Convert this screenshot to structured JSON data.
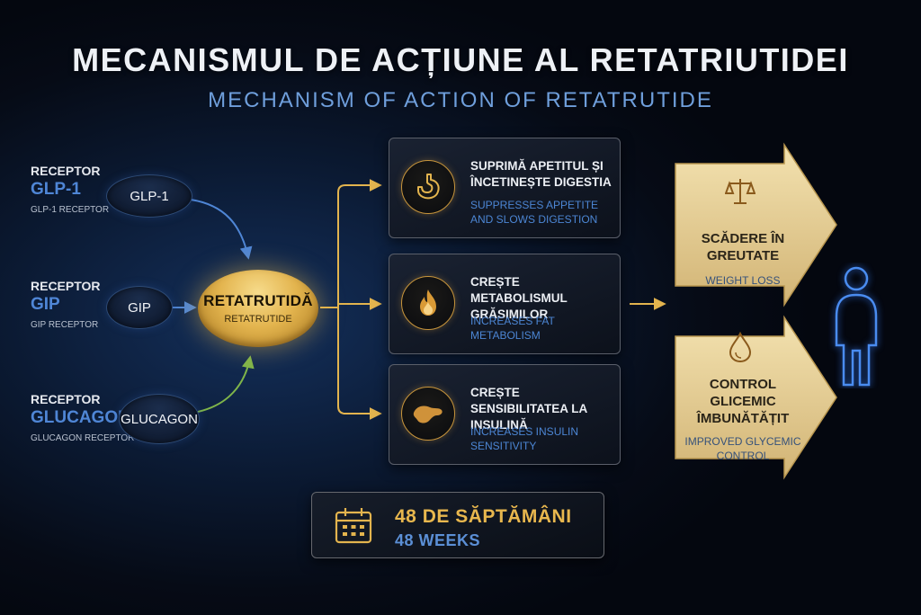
{
  "header": {
    "title": "MECANISMUL DE ACȚIUNE AL RETATRIUTIDEI",
    "subtitle": "MECHANISM OF ACTION OF RETATRUTIDE"
  },
  "receptors": [
    {
      "label": "RECEPTOR",
      "name": "GLP-1",
      "sub": "GLP-1 RECEPTOR",
      "pill": "GLP-1"
    },
    {
      "label": "RECEPTOR",
      "name": "GIP",
      "sub": "GIP RECEPTOR",
      "pill": "GIP"
    },
    {
      "label": "RECEPTOR",
      "name": "GLUCAGON",
      "sub": "GLUCAGON RECEPTOR",
      "pill": "GLUCAGON"
    }
  ],
  "drug": {
    "name": "RETATRUTIDĂ",
    "sub": "RETATRUTIDE"
  },
  "effects": [
    {
      "icon": "stomach-icon",
      "title": "SUPRIMĂ APETITUL ȘI ÎNCETINEȘTE DIGESTIA",
      "sub": "SUPPRESSES APPETITE AND SLOWS DIGESTION"
    },
    {
      "icon": "flame-icon",
      "title": "CREȘTE METABOLISMUL GRĂSIMILOR",
      "sub": "INCREASES FAT METABOLISM"
    },
    {
      "icon": "pancreas-icon",
      "title": "CREȘTE SENSIBILITATEA LA INSULINĂ",
      "sub": "INCREASES INSULIN SENSITIVITY"
    }
  ],
  "outcomes": [
    {
      "icon": "scales-icon",
      "title": "SCĂDERE ÎN GREUTATE",
      "sub": "WEIGHT LOSS"
    },
    {
      "icon": "drop-icon",
      "title": "CONTROL GLICEMIC ÎMBUNĂTĂȚIT",
      "sub": "IMPROVED GLYCEMIC CONTROL"
    }
  ],
  "duration": {
    "icon": "calendar-icon",
    "main": "48 DE SĂPTĂMÂNI",
    "sub": "48 WEEKS"
  },
  "colors": {
    "gold": "#e3b44e",
    "blue": "#4f86d6",
    "green": "#7fb54a",
    "outline": "#4a8cf0"
  }
}
